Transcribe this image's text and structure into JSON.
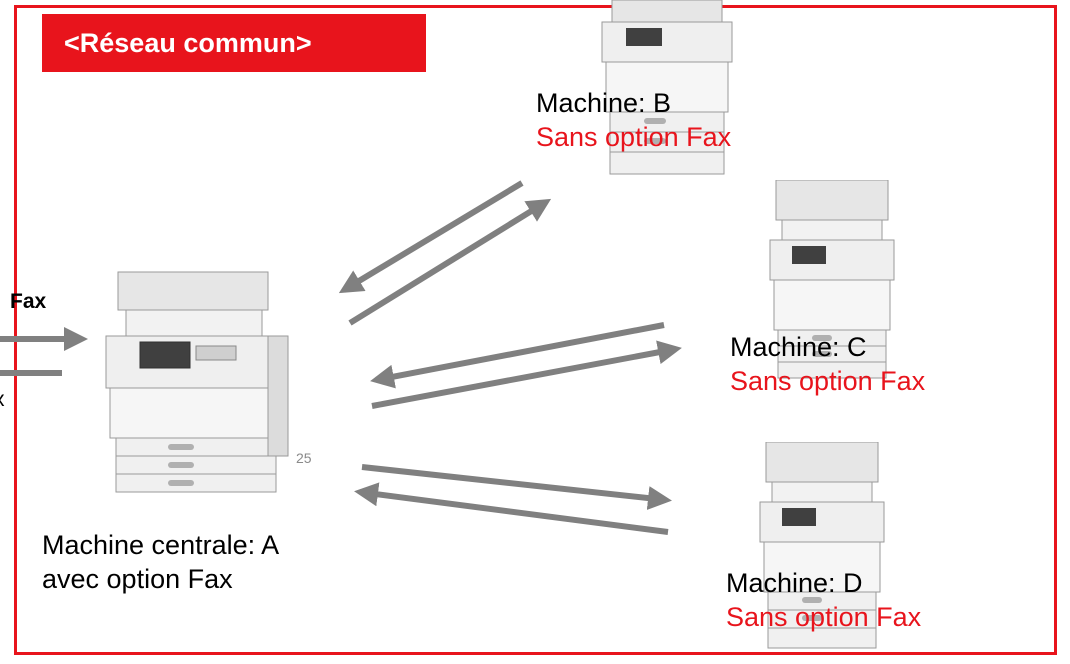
{
  "network_label": "<Réseau commun>",
  "incoming_fax_label": "Fax",
  "outgoing_fax_label": "x",
  "page_number": "25",
  "machines": {
    "a": {
      "line1": "Machine centrale: A",
      "line2": "avec option Fax"
    },
    "b": {
      "line1": "Machine: B",
      "line2": "Sans option Fax"
    },
    "c": {
      "line1": "Machine: C",
      "line2": "Sans option Fax"
    },
    "d": {
      "line1": "Machine: D",
      "line2": "Sans option Fax"
    }
  },
  "colors": {
    "frame": "#e8141c",
    "arrow": "#808080",
    "no_fax_text": "#e8141c"
  }
}
